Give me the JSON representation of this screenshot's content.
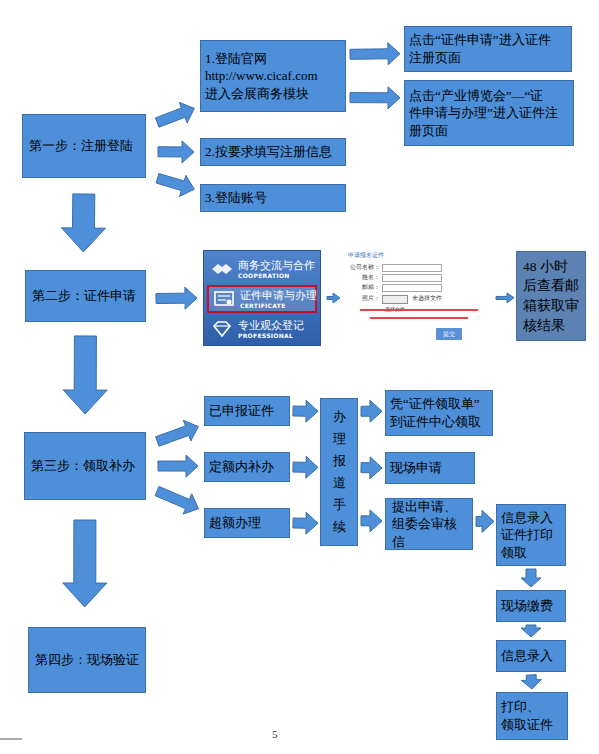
{
  "diagram": {
    "nodes": [
      {
        "text": [
          "第一步：注册登陆"
        ]
      },
      {
        "text": [
          "1.登陆官网 http://www.cicaf.com 进入会展商务模块"
        ]
      },
      {
        "text": [
          "点击“证件申请”进入证件 注册页面"
        ]
      },
      {
        "text": [
          "点击“产业博览会”—“证 件申请与办理”进入证件注 册页面"
        ]
      },
      {
        "text": [
          "2.按要求填写注册信息"
        ]
      },
      {
        "text": [
          "3.登陆账号"
        ]
      },
      {
        "text": [
          "第二步：证件申请"
        ]
      },
      {
        "text": [
          "商务交流与合作",
          "COOPERATION",
          "证件申请与办理",
          "CERTIFICATE",
          "专业观众登记",
          "PROFESSIONAL"
        ]
      },
      {
        "text": [
          "申请报名证件",
          "公司名称：",
          "姓名：",
          "邮箱：",
          "照片：",
          "选择文件",
          "未选择文件",
          "提交"
        ]
      },
      {
        "text": [
          "48 小时 后查看邮 箱获取审 核结果"
        ]
      },
      {
        "text": [
          "第三步：领取补办"
        ]
      },
      {
        "text": [
          "已申报证件"
        ]
      },
      {
        "text": [
          "定额内补办"
        ]
      },
      {
        "text": [
          "超额办理"
        ]
      },
      {
        "text": [
          "办 理 报 道 手 续"
        ]
      },
      {
        "text": [
          "凭“证件领取单” 到证件中心领取"
        ]
      },
      {
        "text": [
          "现场申请"
        ]
      },
      {
        "text": [
          "提出申请、 组委会审核 信"
        ]
      },
      {
        "text": [
          "信息录入 证件打印 领取"
        ]
      },
      {
        "text": [
          "现场缴费"
        ]
      },
      {
        "text": [
          "信息录入"
        ]
      },
      {
        "text": [
          "打印、 领取证件"
        ]
      },
      {
        "text": [
          "第四步：现场验证"
        ]
      }
    ],
    "edges": [
      {
        "from": 0,
        "to": 1,
        "arrow": "to"
      },
      {
        "from": 0,
        "to": 4,
        "arrow": "to"
      },
      {
        "from": 0,
        "to": 5,
        "arrow": "to"
      },
      {
        "from": 1,
        "to": 2,
        "arrow": "to"
      },
      {
        "from": 1,
        "to": 3,
        "arrow": "to"
      },
      {
        "from": 0,
        "to": 6,
        "arrow": "to"
      },
      {
        "from": 6,
        "to": 7,
        "arrow": "to"
      },
      {
        "from": 7,
        "to": 8,
        "arrow": "to"
      },
      {
        "from": 8,
        "to": 9,
        "arrow": "to"
      },
      {
        "from": 6,
        "to": 10,
        "arrow": "to"
      },
      {
        "from": 10,
        "to": 11,
        "arrow": "to"
      },
      {
        "from": 10,
        "to": 12,
        "arrow": "to"
      },
      {
        "from": 10,
        "to": 13,
        "arrow": "to"
      },
      {
        "from": 11,
        "to": 14,
        "arrow": "to"
      },
      {
        "from": 12,
        "to": 14,
        "arrow": "to"
      },
      {
        "from": 13,
        "to": 14,
        "arrow": "to"
      },
      {
        "from": 14,
        "to": 15,
        "arrow": "to"
      },
      {
        "from": 14,
        "to": 16,
        "arrow": "to"
      },
      {
        "from": 14,
        "to": 17,
        "arrow": "to"
      },
      {
        "from": 17,
        "to": 18,
        "arrow": "to"
      },
      {
        "from": 18,
        "to": 19,
        "arrow": "to"
      },
      {
        "from": 19,
        "to": 20,
        "arrow": "to"
      },
      {
        "from": 20,
        "to": 21,
        "arrow": "to"
      },
      {
        "from": 10,
        "to": 22,
        "arrow": "to"
      }
    ],
    "labels": [
      "5"
    ]
  }
}
